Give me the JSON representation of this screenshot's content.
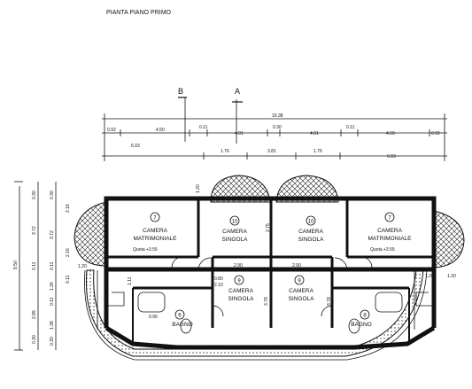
{
  "title": "PIANTA PIANO PRIMO",
  "sections": [
    "B",
    "A"
  ],
  "top_dims": {
    "total": "19.38",
    "row2": [
      "0.92",
      "4.50",
      "0.11",
      "4.01",
      "0.30",
      "4.01",
      "0.11",
      "4.50",
      "0.92"
    ],
    "row3": [
      "6.03",
      "1.76",
      "3.81",
      "1.76",
      "6.03"
    ]
  },
  "left_dims": {
    "total": "8.50",
    "col1": [
      "0.30",
      "3.72",
      "0.11",
      "2.85",
      "0.30"
    ],
    "col2": [
      "0.30",
      "3.72",
      "0.11",
      "1.26",
      "0.11",
      "1.38",
      "0.30"
    ],
    "col3": [
      "2.16",
      "2.16",
      "0.11"
    ]
  },
  "rooms": [
    {
      "num": "7",
      "name_line1": "CAMERA",
      "name_line2": "MATRIMONIALE",
      "quota": "Quota +3.55"
    },
    {
      "num": "10",
      "name_line1": "CAMERA",
      "name_line2": "SINGOLA"
    },
    {
      "num": "10",
      "name_line1": "CAMERA",
      "name_line2": "SINGOLA"
    },
    {
      "num": "7",
      "name_line1": "CAMERA",
      "name_line2": "MATRIMONIALE",
      "quota": "Quota +3.55"
    },
    {
      "num": "9",
      "name_line1": "CAMERA",
      "name_line2": "SINGOLA"
    },
    {
      "num": "9",
      "name_line1": "CAMERA",
      "name_line2": "SINGOLA"
    },
    {
      "num": "6",
      "name_line1": "BAGNO"
    },
    {
      "num": "8",
      "name_line1": "BAGNO"
    }
  ],
  "labels": {
    "balcony_w": "1.20",
    "side_left": "1.20",
    "side_right": "1.20",
    "h_top": "1.20",
    "mid_left": "2.90",
    "mid_right": "2.90",
    "v_left": "3.78",
    "v_right": "3.78",
    "v_mid": "2.75",
    "w_80": "0.80",
    "w_210": "2.10",
    "w_111": "1.11",
    "w_090": "0.90"
  }
}
